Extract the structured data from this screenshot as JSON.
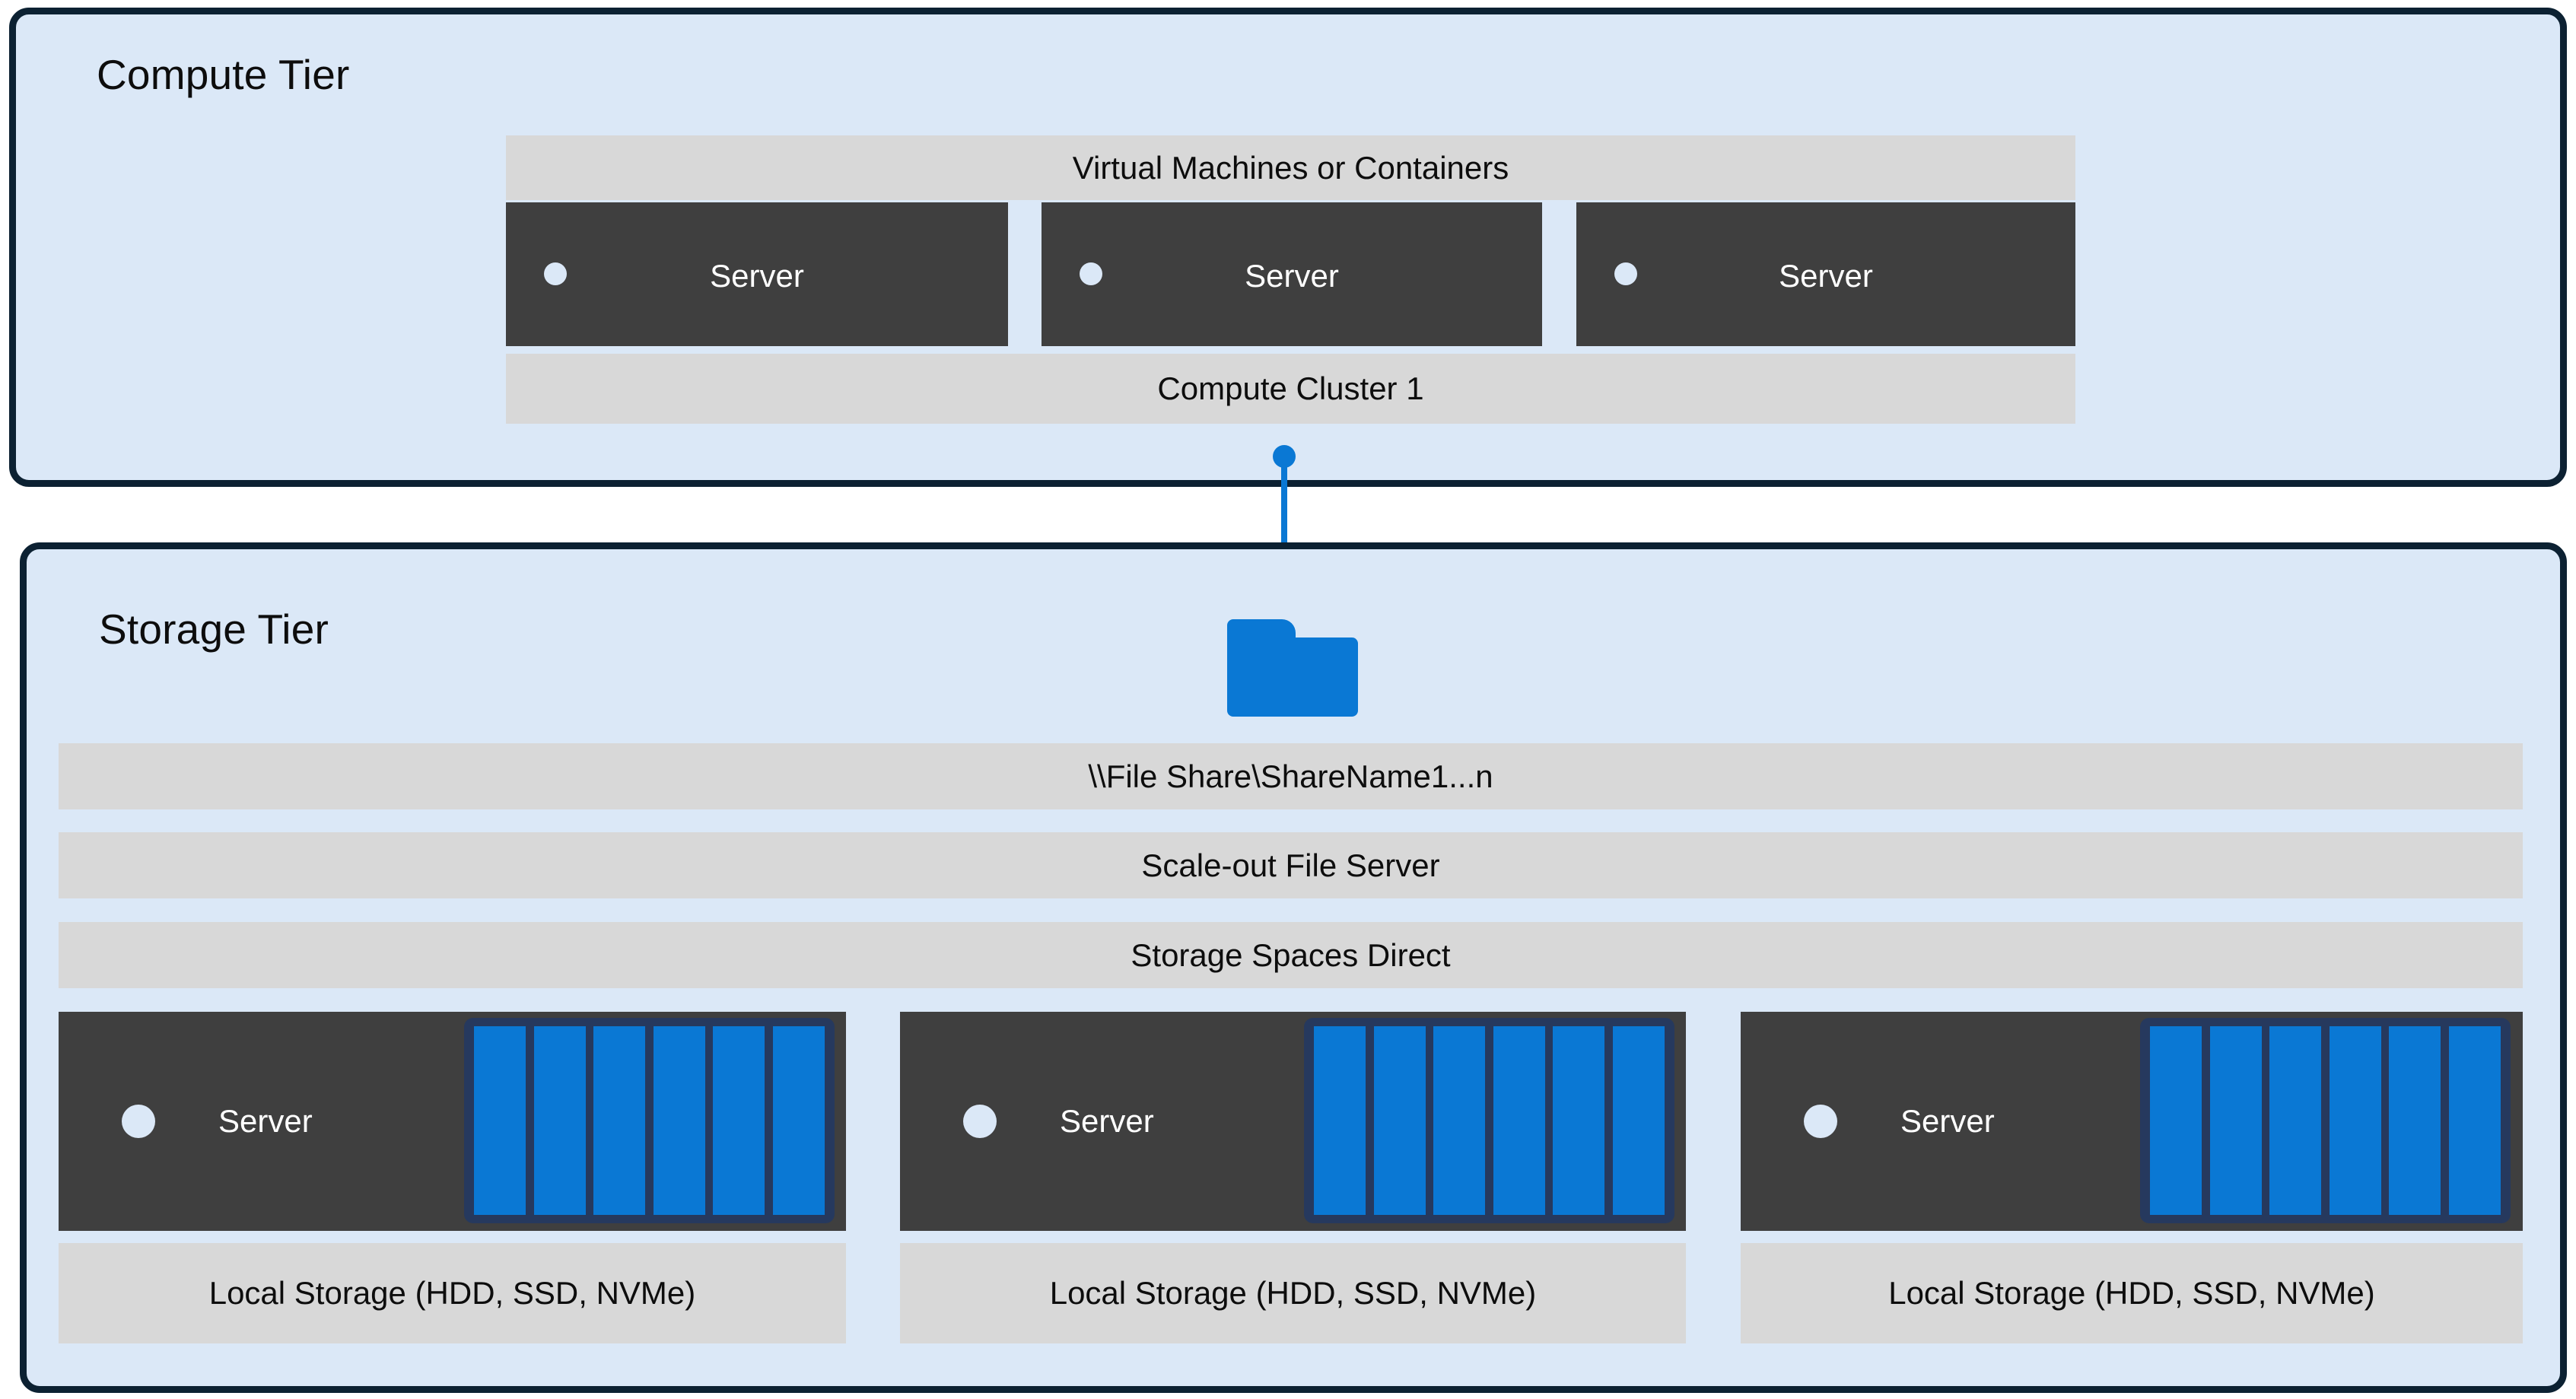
{
  "colors": {
    "tier_fill": "#dbe8f7",
    "tier_border": "#0c2132",
    "bar_grey": "#d8d8d8",
    "server_dark": "#3f3f3f",
    "accent_blue": "#0a78d4",
    "disk_tray": "#26395e",
    "led": "#dbe8f7",
    "text_dark": "#0d0d0d",
    "text_light": "#ffffff"
  },
  "compute_tier": {
    "title": "Compute Tier",
    "top_bar_label": "Virtual Machines or Containers",
    "bottom_bar_label": "Compute Cluster 1",
    "servers": [
      {
        "label": "Server"
      },
      {
        "label": "Server"
      },
      {
        "label": "Server"
      }
    ]
  },
  "connector": {
    "icon": "folder-icon",
    "endpoint_top": "dot",
    "endpoint_bottom": "dot"
  },
  "storage_tier": {
    "title": "Storage Tier",
    "bars": [
      {
        "label": "\\\\File Share\\ShareName1...n"
      },
      {
        "label": "Scale-out File Server"
      },
      {
        "label": "Storage Spaces Direct"
      }
    ],
    "nodes": [
      {
        "label": "Server",
        "disk_count": 6,
        "local_storage_label": "Local Storage (HDD, SSD, NVMe)"
      },
      {
        "label": "Server",
        "disk_count": 6,
        "local_storage_label": "Local Storage (HDD, SSD, NVMe)"
      },
      {
        "label": "Server",
        "disk_count": 6,
        "local_storage_label": "Local Storage (HDD, SSD, NVMe)"
      }
    ]
  }
}
